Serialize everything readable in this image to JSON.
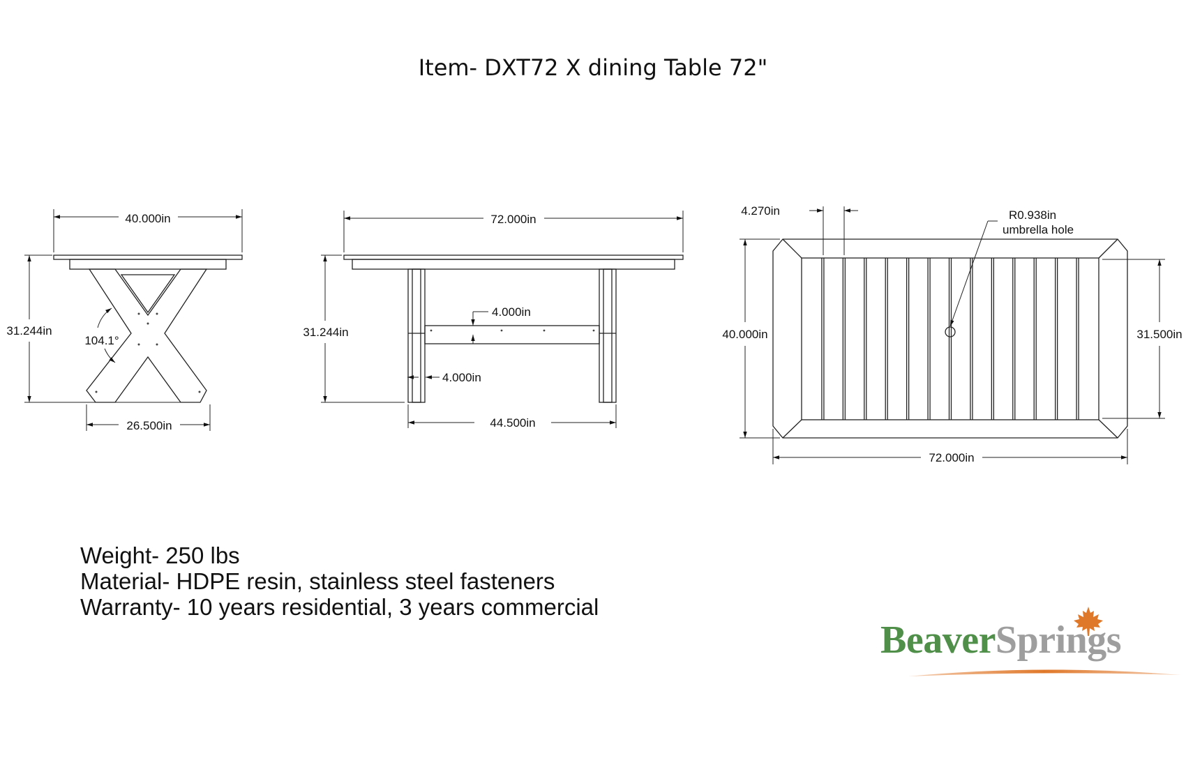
{
  "title": "Item- DXT72 X dining Table 72\"",
  "views": {
    "end_view": {
      "width_top": "40.000in",
      "height": "31.244in",
      "angle": "104.1°",
      "foot_span": "26.500in"
    },
    "side_view": {
      "length": "72.000in",
      "height": "31.244in",
      "stretcher_height": "4.000in",
      "leg_width": "4.000in",
      "leg_span": "44.500in"
    },
    "top_view": {
      "slat_width": "4.270in",
      "hole_radius": "R0.938in",
      "hole_label": "umbrella hole",
      "width": "40.000in",
      "inner_width": "31.500in",
      "length": "72.000in"
    }
  },
  "specs": {
    "weight": "Weight- 250 lbs",
    "material": "Material- HDPE resin, stainless steel fasteners",
    "warranty": "Warranty- 10 years residential, 3 years commercial"
  },
  "brand": {
    "name_part1": "Beaver",
    "name_part2": "Springs",
    "color_green": "#4f8f4a",
    "color_gray": "#9e9e9e",
    "color_leaf": "#e0782a",
    "icon": "maple-leaf-icon"
  }
}
